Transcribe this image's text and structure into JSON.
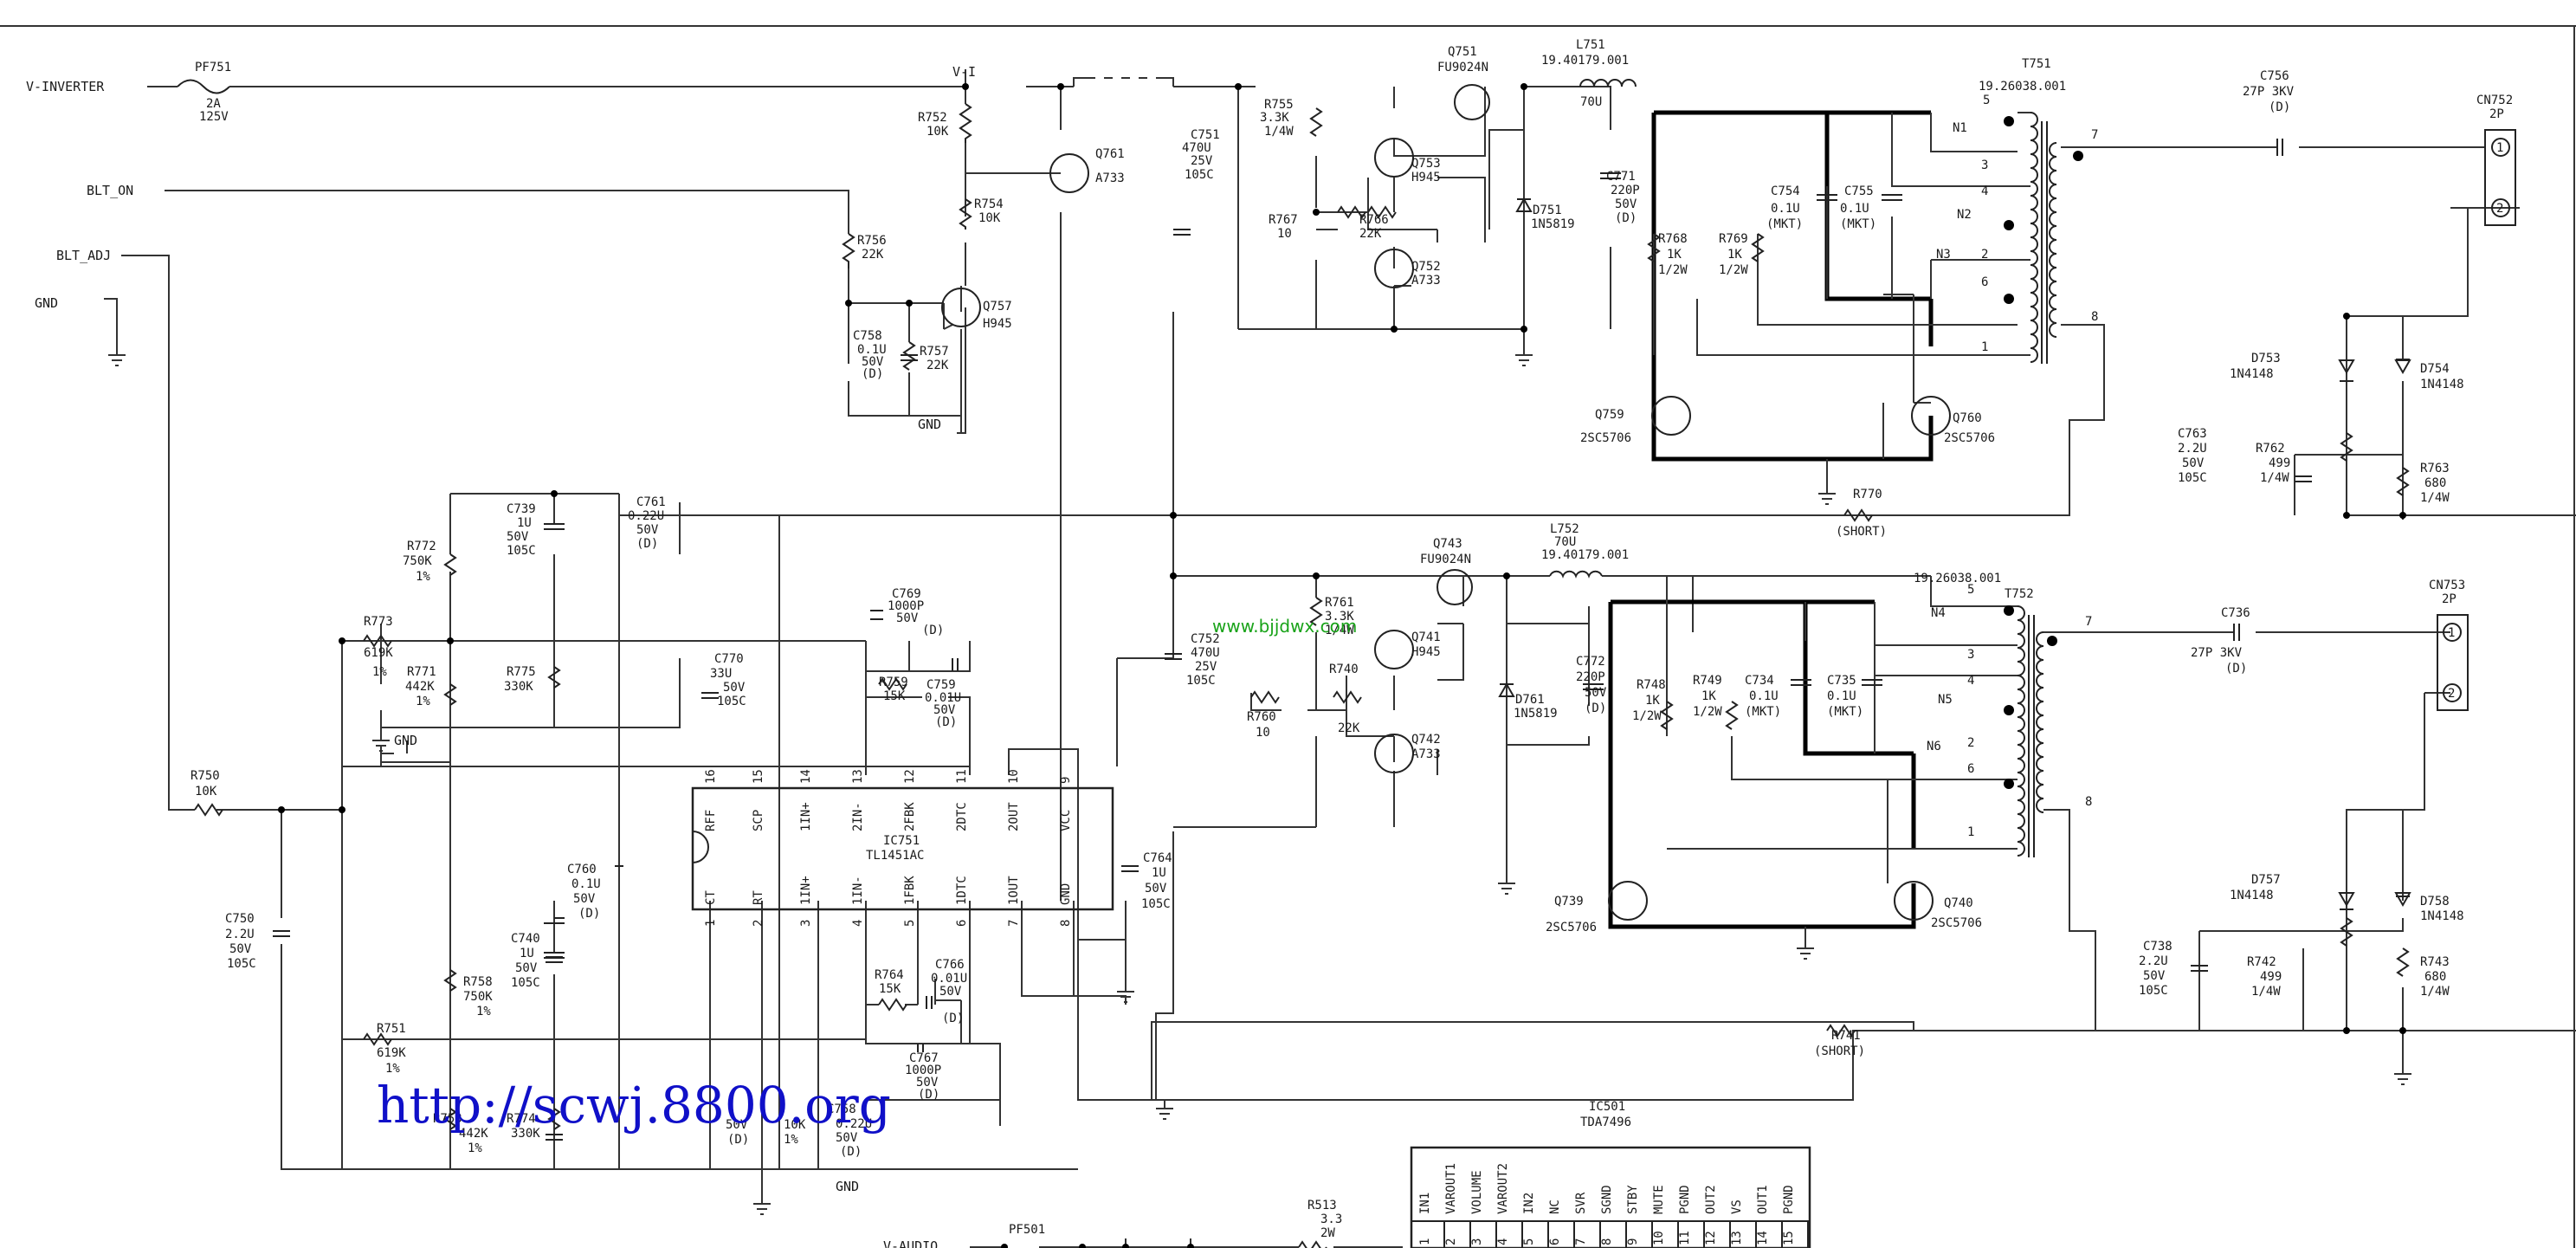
{
  "watermarks": {
    "main": "http://scwj.8800.org",
    "small": "www.bjjdwx.com"
  },
  "nets": {
    "v_inverter": "V-INVERTER",
    "v_i": "V-I",
    "blt_on": "BLT_ON",
    "blt_adj": "BLT_ADJ",
    "gnd": "GND",
    "v_audio": "V-AUDIO"
  },
  "parts": {
    "pf751": [
      "PF751",
      "2A",
      "125V"
    ],
    "pf501": [
      "PF501"
    ],
    "r752": [
      "R752",
      "10K"
    ],
    "r754": [
      "R754",
      "10K"
    ],
    "r756": [
      "R756",
      "22K"
    ],
    "r757": [
      "R757",
      "22K"
    ],
    "c758": [
      "C758",
      "0.1U",
      "50V",
      "(D)"
    ],
    "q761": [
      "Q761",
      "A733"
    ],
    "q757": [
      "Q757",
      "H945"
    ],
    "r755": [
      "R755",
      "3.3K",
      "1/4W"
    ],
    "c751": [
      "C751",
      "470U",
      "25V",
      "105C"
    ],
    "r767": [
      "R767",
      "10"
    ],
    "r766": [
      "R766",
      "22K"
    ],
    "q753": [
      "Q753",
      "H945"
    ],
    "q752": [
      "Q752",
      "A733"
    ],
    "q751": [
      "Q751",
      "FU9024N"
    ],
    "l751": [
      "L751",
      "19.40179.001",
      "70U"
    ],
    "d751": [
      "D751",
      "1N5819"
    ],
    "c771": [
      "C771",
      "220P",
      "50V",
      "(D)"
    ],
    "t751": [
      "T751",
      "19.26038.001"
    ],
    "c756": [
      "C756",
      "27P 3KV",
      "(D)"
    ],
    "cn752": [
      "CN752",
      "2P"
    ],
    "r768": [
      "R768",
      "1K",
      "1/2W"
    ],
    "r769": [
      "R769",
      "1K",
      "1/2W"
    ],
    "c754": [
      "C754",
      "0.1U",
      "(MKT)"
    ],
    "c755": [
      "C755",
      "0.1U",
      "(MKT)"
    ],
    "q759": [
      "Q759",
      "2SC5706"
    ],
    "q760": [
      "Q760",
      "2SC5706"
    ],
    "d753": [
      "D753",
      "1N4148"
    ],
    "d754": [
      "D754",
      "1N4148"
    ],
    "c763": [
      "C763",
      "2.2U",
      "50V",
      "105C"
    ],
    "r762": [
      "R762",
      "499",
      "1/4W"
    ],
    "r763": [
      "R763",
      "680",
      "1/4W"
    ],
    "r770": [
      "R770",
      "(SHORT)"
    ],
    "c739": [
      "C739",
      "1U",
      "50V",
      "105C"
    ],
    "r772": [
      "R772",
      "750K",
      "1%"
    ],
    "c761": [
      "C761",
      "0.22U",
      "50V",
      "(D)"
    ],
    "r773": [
      "R773",
      "619K",
      "1%"
    ],
    "r771": [
      "R771",
      "442K",
      "1%"
    ],
    "r775": [
      "R775",
      "330K"
    ],
    "c770": [
      "C770",
      "33U",
      "50V",
      "105C"
    ],
    "c769": [
      "C769",
      "1000P",
      "50V",
      "(D)"
    ],
    "r759": [
      "R759",
      "15K"
    ],
    "c759": [
      "C759",
      "0.01U",
      "50V",
      "(D)"
    ],
    "ic751": [
      "IC751",
      "TL1451AC"
    ],
    "c764": [
      "C764",
      "1U",
      "50V",
      "105C"
    ],
    "r750": [
      "R750",
      "10K"
    ],
    "c750": [
      "C750",
      "2.2U",
      "50V",
      "105C"
    ],
    "c760": [
      "C760",
      "0.1U",
      "50V",
      "(D)"
    ],
    "c740": [
      "C740",
      "1U",
      "50V",
      "105C"
    ],
    "r758": [
      "R758",
      "750K",
      "1%"
    ],
    "r751": [
      "R751",
      "619K",
      "1%"
    ],
    "r764": [
      "R764",
      "15K"
    ],
    "c766": [
      "C766",
      "0.01U",
      "50V",
      "(D)"
    ],
    "c767": [
      "C767",
      "1000P",
      "50V",
      "(D)"
    ],
    "r753": [
      "R753",
      "442K",
      "1%"
    ],
    "r774": [
      "R774",
      "330K"
    ],
    "c7xx": [
      "50V",
      "(D)"
    ],
    "r7xx": [
      "10K",
      "1%"
    ],
    "c758b": [
      "C758",
      "0.22U",
      "50V",
      "(D)"
    ],
    "c752": [
      "C752",
      "470U",
      "25V",
      "105C"
    ],
    "r760": [
      "R760",
      "10"
    ],
    "r761": [
      "R761",
      "3.3K",
      "1/4W"
    ],
    "r740": [
      "R740",
      "22K"
    ],
    "q741": [
      "Q741",
      "H945"
    ],
    "q742": [
      "Q742",
      "A733"
    ],
    "q743": [
      "Q743",
      "FU9024N"
    ],
    "l752": [
      "L752",
      "70U",
      "19.40179.001"
    ],
    "d761": [
      "D761",
      "1N5819"
    ],
    "c772": [
      "C772",
      "220P",
      "50V",
      "(D)"
    ],
    "t752": [
      "T752",
      "19.26038.001"
    ],
    "c736": [
      "C736",
      "27P 3KV",
      "(D)"
    ],
    "cn753": [
      "CN753",
      "2P"
    ],
    "r748": [
      "R748",
      "1K",
      "1/2W"
    ],
    "r749": [
      "R749",
      "1K",
      "1/2W"
    ],
    "c734": [
      "C734",
      "0.1U",
      "(MKT)"
    ],
    "c735": [
      "C735",
      "0.1U",
      "(MKT)"
    ],
    "q739": [
      "Q739",
      "2SC5706"
    ],
    "q740": [
      "Q740",
      "2SC5706"
    ],
    "d757": [
      "D757",
      "1N4148"
    ],
    "d758": [
      "D758",
      "1N4148"
    ],
    "c738": [
      "C738",
      "2.2U",
      "50V",
      "105C"
    ],
    "r742": [
      "R742",
      "499",
      "1/4W"
    ],
    "r743": [
      "R743",
      "680",
      "1/4W"
    ],
    "r741": [
      "R741",
      "(SHORT)"
    ],
    "ic501": [
      "IC501",
      "TDA7496"
    ],
    "r513": [
      "R513",
      "3.3",
      "2W"
    ]
  },
  "winding_labels": {
    "t751": [
      "N1",
      "N2",
      "N3",
      "5",
      "3",
      "4",
      "2",
      "6",
      "1",
      "7",
      "8"
    ],
    "t752": [
      "N4",
      "N5",
      "N6",
      "5",
      "3",
      "4",
      "2",
      "6",
      "1",
      "7",
      "8"
    ]
  },
  "ic751_top_pins": [
    {
      "num": "16",
      "name": "RFF"
    },
    {
      "num": "15",
      "name": "SCP"
    },
    {
      "num": "14",
      "name": "1IN+"
    },
    {
      "num": "13",
      "name": "2IN-"
    },
    {
      "num": "12",
      "name": "2FBK"
    },
    {
      "num": "11",
      "name": "2DTC"
    },
    {
      "num": "10",
      "name": "2OUT"
    },
    {
      "num": "9",
      "name": "VCC"
    }
  ],
  "ic751_bottom_pins": [
    {
      "num": "1",
      "name": "CT"
    },
    {
      "num": "2",
      "name": "RT"
    },
    {
      "num": "3",
      "name": "1IN+"
    },
    {
      "num": "4",
      "name": "1IN-"
    },
    {
      "num": "5",
      "name": "1FBK"
    },
    {
      "num": "6",
      "name": "1DTC"
    },
    {
      "num": "7",
      "name": "1OUT"
    },
    {
      "num": "8",
      "name": "GND"
    }
  ],
  "ic501_pins": [
    {
      "num": "1",
      "name": "IN1"
    },
    {
      "num": "2",
      "name": "VAROUT1"
    },
    {
      "num": "3",
      "name": "VOLUME"
    },
    {
      "num": "4",
      "name": "VAROUT2"
    },
    {
      "num": "5",
      "name": "IN2"
    },
    {
      "num": "6",
      "name": "NC"
    },
    {
      "num": "7",
      "name": "SVR"
    },
    {
      "num": "8",
      "name": "SGND"
    },
    {
      "num": "9",
      "name": "STBY"
    },
    {
      "num": "10",
      "name": "MUTE"
    },
    {
      "num": "11",
      "name": "PGND"
    },
    {
      "num": "12",
      "name": "OUT2"
    },
    {
      "num": "13",
      "name": "VS"
    },
    {
      "num": "14",
      "name": "OUT1"
    },
    {
      "num": "15",
      "name": "PGND"
    }
  ],
  "cn_pins": [
    "1",
    "2"
  ]
}
